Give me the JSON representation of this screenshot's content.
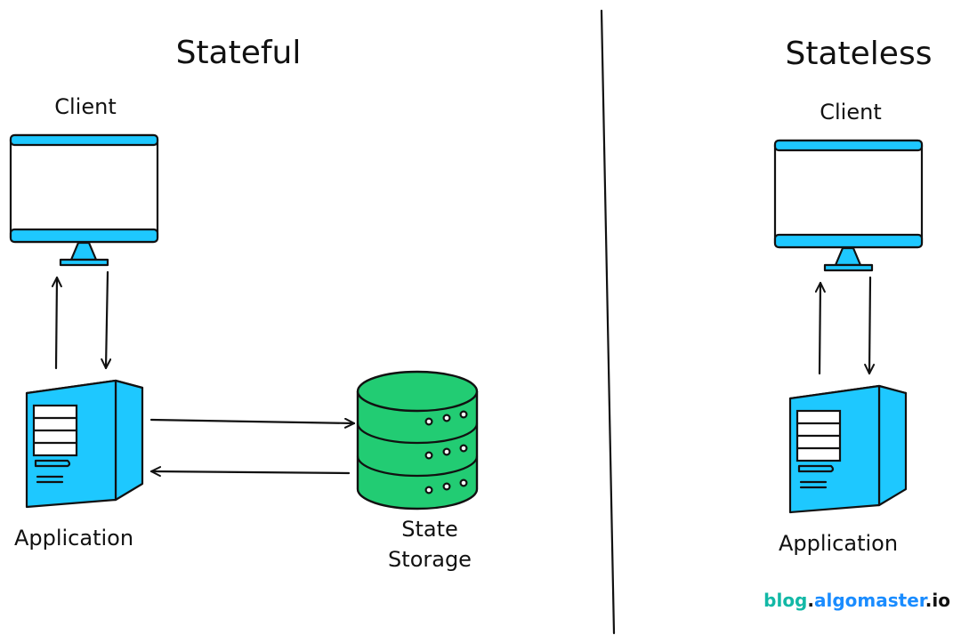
{
  "stateful": {
    "title": "Stateful",
    "client_label": "Client",
    "app_label": "Application",
    "storage_label_line1": "State",
    "storage_label_line2": "Storage"
  },
  "stateless": {
    "title": "Stateless",
    "client_label": "Client",
    "app_label": "Application"
  },
  "brand": {
    "part1": "blog",
    "dot1": ".",
    "part2": "algomaster",
    "dot2": ".",
    "part3": "io"
  },
  "colors": {
    "device_blue": "#1ec8ff",
    "storage_green": "#22cc73",
    "brand_teal": "#12b8a6",
    "brand_blue": "#1a8cff",
    "ink": "#111111"
  }
}
